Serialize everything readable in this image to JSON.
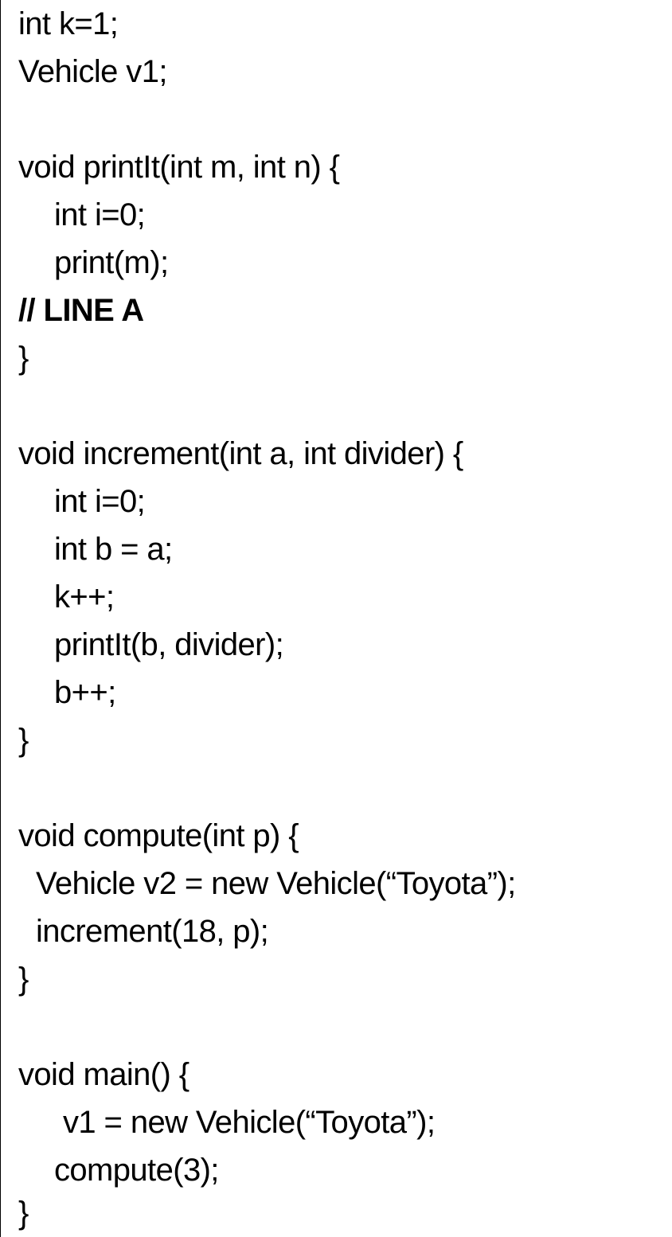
{
  "code_lines": [
    "int k=1;",
    "Vehicle v1;",
    "",
    "void printIt(int m, int n) {",
    "int i=0;",
    "print(m);",
    "// LINE A",
    "}",
    "",
    "void increment(int a, int divider) {",
    "int i=0;",
    "int b = a;",
    "k++;",
    "printIt(b, divider);",
    "b++;",
    "}",
    "",
    "void compute(int p) {",
    "Vehicle v2 = new Vehicle(“Toyota”);",
    "increment(18, p);",
    "}",
    "",
    "void main() {",
    "v1 = new Vehicle(“Toyota”);",
    "compute(3);",
    "}"
  ]
}
